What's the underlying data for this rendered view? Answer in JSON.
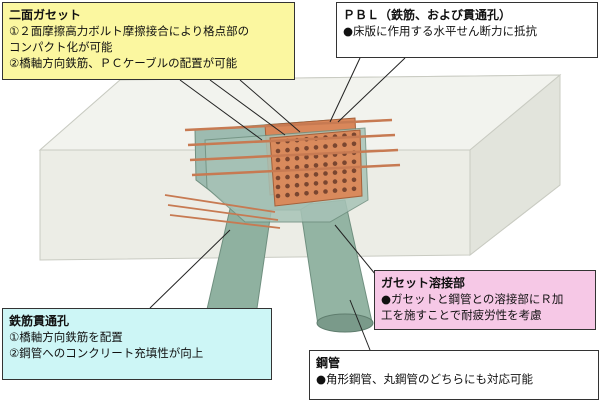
{
  "colors": {
    "callout_yellow": "#fbf7a0",
    "callout_pink": "#f6c8e6",
    "callout_cyan": "#cdf6f6",
    "callout_white": "#ffffff",
    "concrete": "#ecede6",
    "steel_green": "#8fb1a0",
    "plate_orange": "#d9875a",
    "rebar": "#c77a52",
    "bolt": "#7a4630"
  },
  "callouts": {
    "gusset": {
      "title": "二面ガセット",
      "lines": [
        "①２面摩擦高力ボルト摩擦接合により格点部の",
        "コンパクト化が可能",
        "②橋軸方向鉄筋、ＰＣケーブルの配置が可能"
      ]
    },
    "pbl": {
      "title": "ＰＢＬ（鉄筋、および貫通孔）",
      "lines": [
        "●床版に作用する水平せん断力に抵抗"
      ]
    },
    "weld": {
      "title": "ガセット溶接部",
      "lines": [
        "●ガセットと鋼管との溶接部にＲ加",
        "工を施すことで耐疲労性を考慮"
      ]
    },
    "rebar_hole": {
      "title": "鉄筋貫通孔",
      "lines": [
        "①橋軸方向鉄筋を配置",
        "②鋼管へのコンクリート充填性が向上"
      ]
    },
    "pipe": {
      "title": "鋼管",
      "lines": [
        "●角形鋼管、丸鋼管のどちらにも対応可能"
      ]
    }
  }
}
